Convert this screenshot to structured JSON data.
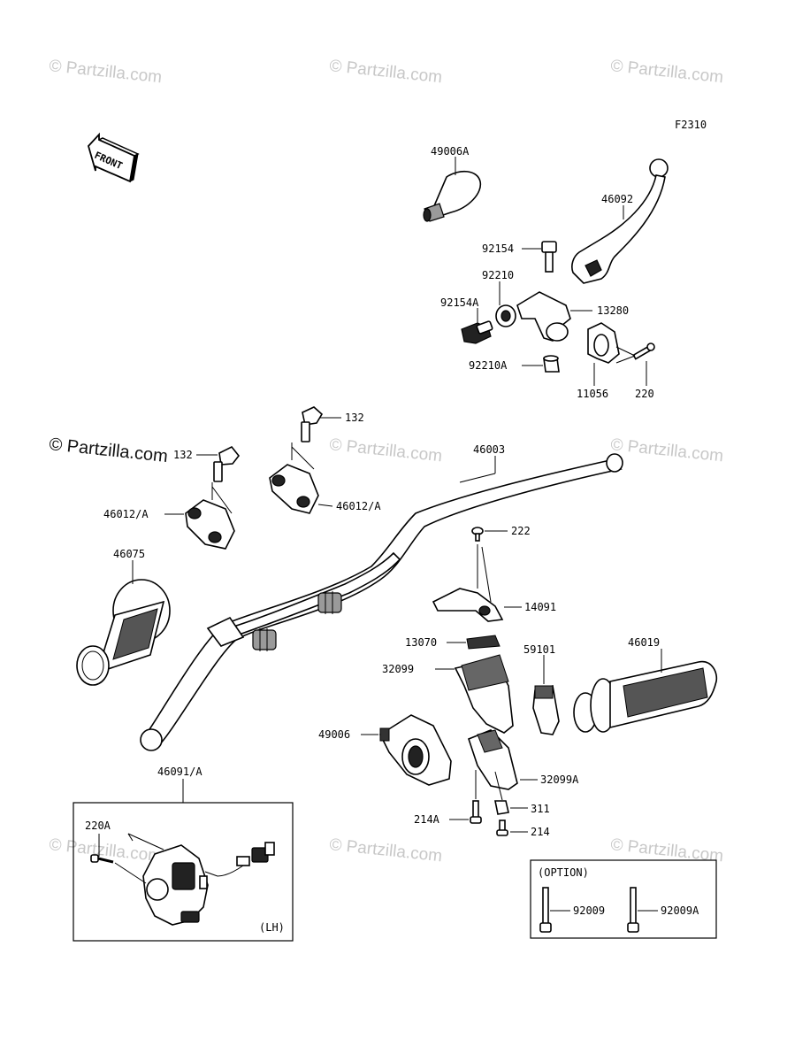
{
  "diagram_code": "F2310",
  "front_label": "FRONT",
  "watermark": "© Partzilla.com",
  "option_label": "(OPTION)",
  "side_label": "(LH)",
  "parts": {
    "p49006A": "49006A",
    "p46092": "46092",
    "p92154": "92154",
    "p92210": "92210",
    "p92154A": "92154A",
    "p13280": "13280",
    "p92210A": "92210A",
    "p11056": "11056",
    "p220": "220",
    "p132a": "132",
    "p132b": "132",
    "p46003": "46003",
    "p46012a": "46012/A",
    "p46012b": "46012/A",
    "p46075": "46075",
    "p222": "222",
    "p14091": "14091",
    "p13070": "13070",
    "p32099": "32099",
    "p59101": "59101",
    "p46019": "46019",
    "p49006": "49006",
    "p32099A": "32099A",
    "p311": "311",
    "p214A": "214A",
    "p214": "214",
    "p46091A": "46091/A",
    "p220A": "220A",
    "p92009": "92009",
    "p92009A": "92009A"
  }
}
